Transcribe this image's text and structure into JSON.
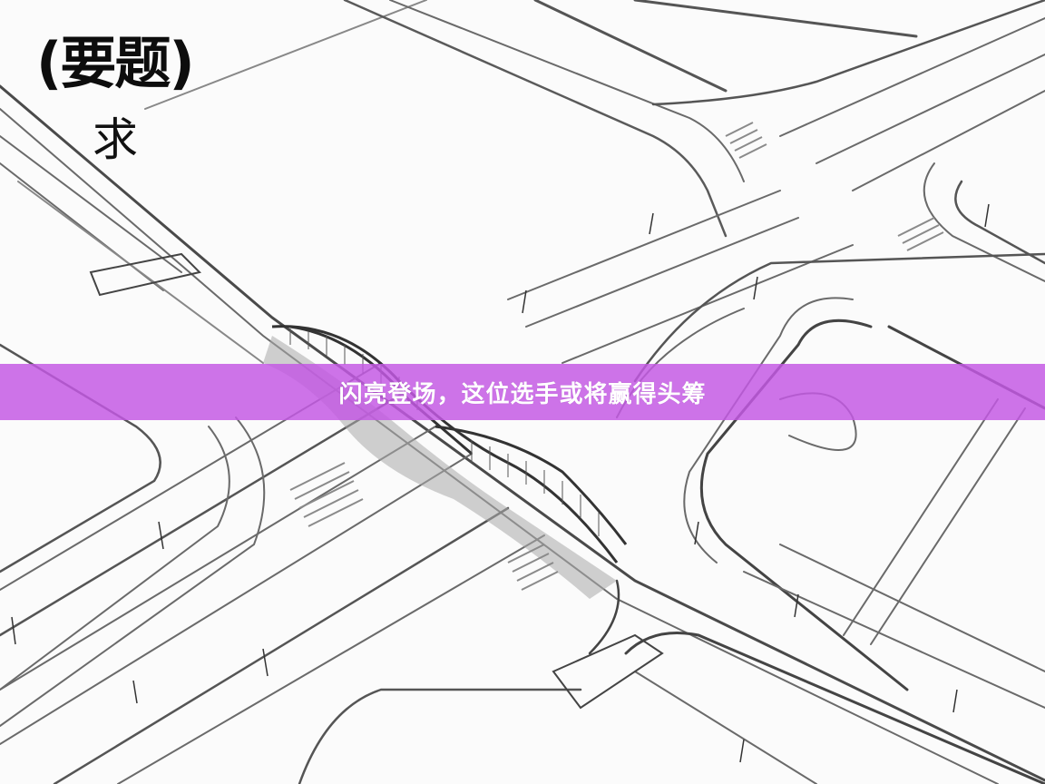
{
  "image": {
    "description": "Line-drawing render of a road intersection with a curved pedestrian overpass bridge",
    "title_text": "(要题)",
    "subtitle_text": "求",
    "caption": {
      "text": "闪亮登场，这位选手或将赢得头筹",
      "background_color": "#c458e4",
      "text_color": "#ffffff"
    },
    "colors": {
      "background": "#fbfbfb",
      "line": "#555555",
      "shadow": "#9a9a9a"
    }
  }
}
